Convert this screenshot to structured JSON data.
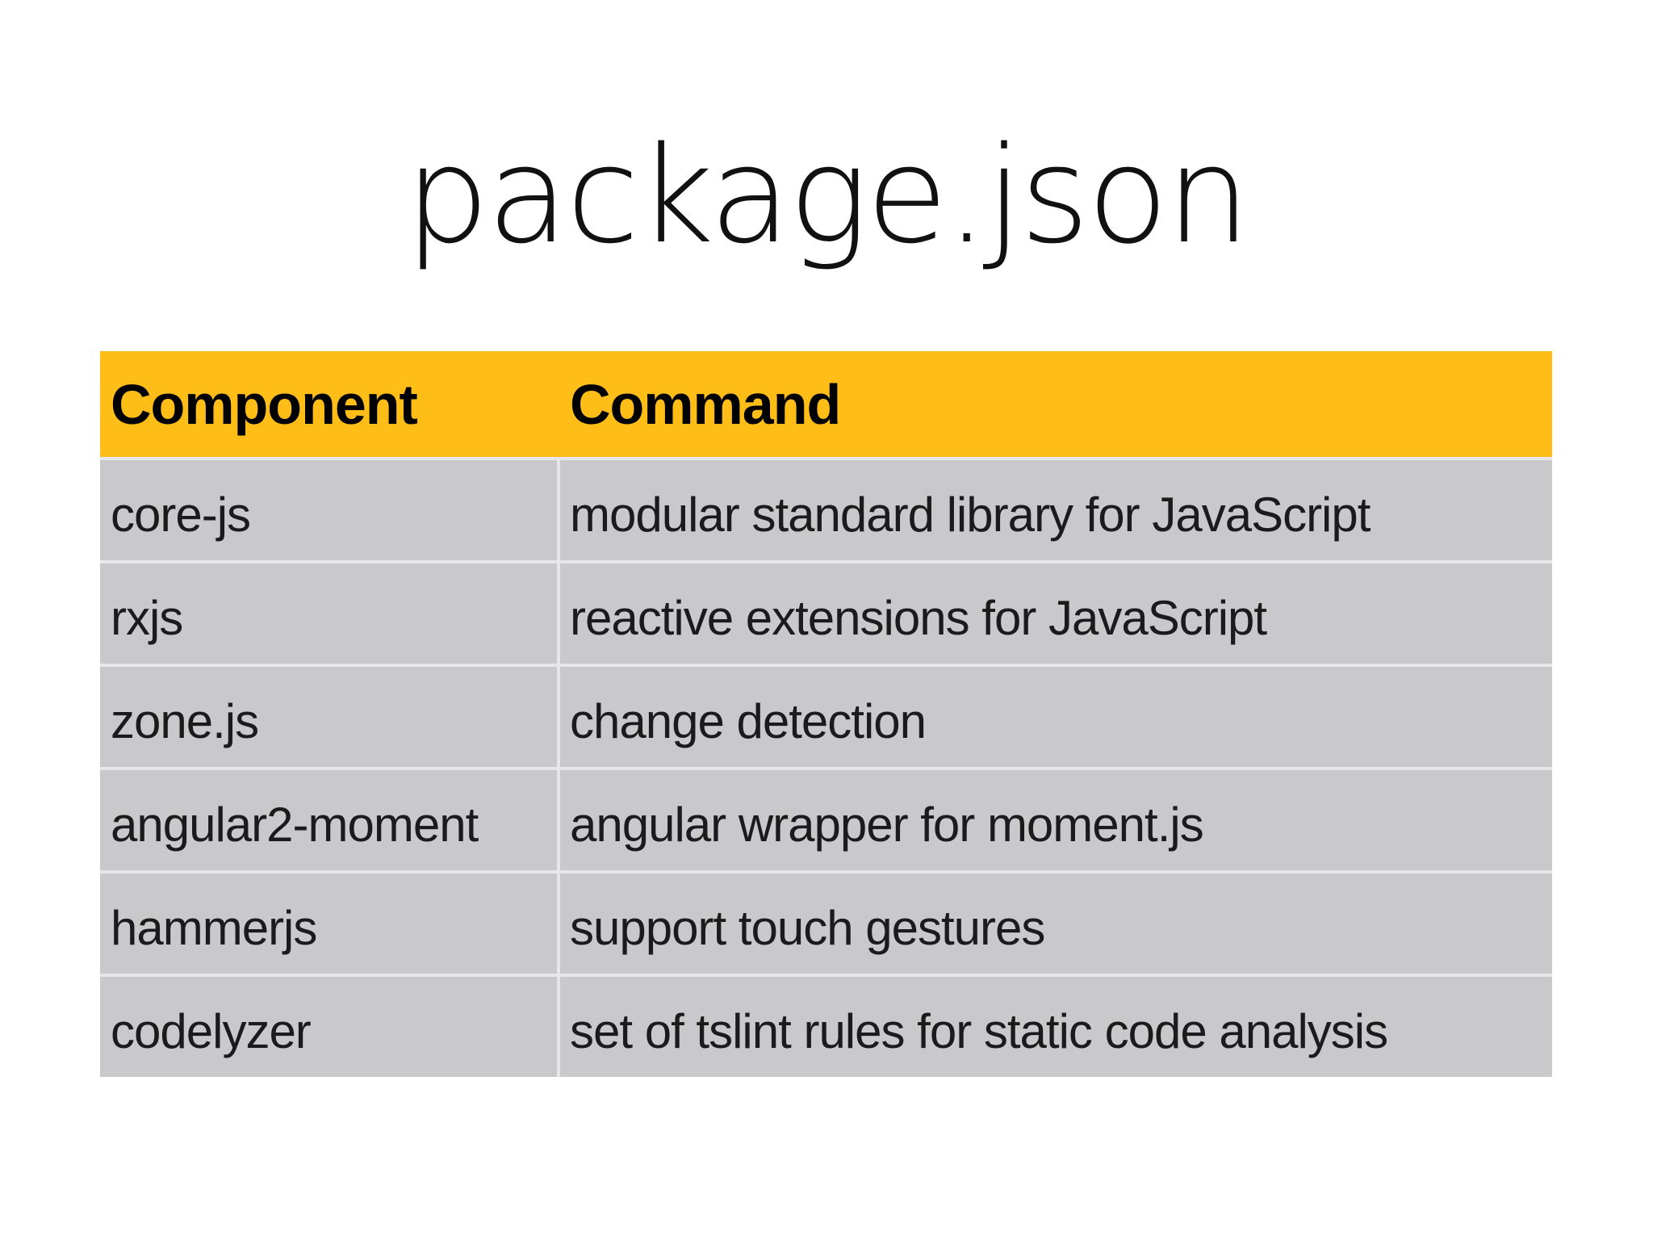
{
  "slide": {
    "title": "package.json",
    "table": {
      "columns": {
        "component": "Component",
        "command": "Command"
      },
      "rows": [
        {
          "component": "core-js",
          "command": "modular standard library for JavaScript"
        },
        {
          "component": "rxjs",
          "command": "reactive extensions for JavaScript"
        },
        {
          "component": "zone.js",
          "command": "change detection"
        },
        {
          "component": "angular2-moment",
          "command": "angular wrapper for moment.js"
        },
        {
          "component": "hammerjs",
          "command": "support touch gestures"
        },
        {
          "component": "codelyzer",
          "command": "set of tslint rules for static code analysis"
        }
      ]
    },
    "colors": {
      "background": "#FFFFFF",
      "header_bg": "#FEBD17",
      "row_bg": "#C9C9CB",
      "divider": "#E7E7E9",
      "header_text": "#000000",
      "body_text": "#1B1B1B",
      "title_text": "#111111"
    }
  }
}
